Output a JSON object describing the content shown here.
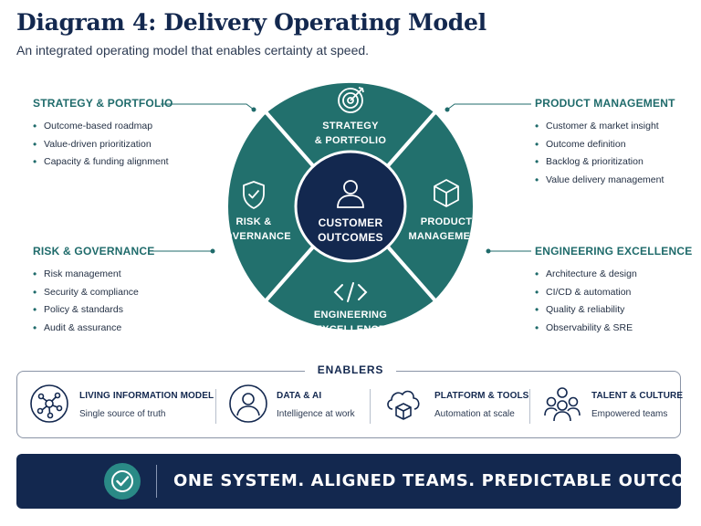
{
  "header": {
    "title": "Diagram 4: Delivery Operating Model",
    "subtitle": "An integrated operating model that enables certainty at speed."
  },
  "left": {
    "strategy": {
      "heading": "STRATEGY & PORTFOLIO",
      "items": [
        "Outcome-based roadmap",
        "Value-driven prioritization",
        "Capacity & funding alignment"
      ]
    },
    "risk": {
      "heading": "RISK & GOVERNANCE",
      "items": [
        "Risk management",
        "Security & compliance",
        "Policy & standards",
        "Audit & assurance"
      ]
    }
  },
  "right": {
    "product": {
      "heading": "PRODUCT MANAGEMENT",
      "items": [
        "Customer & market insight",
        "Outcome definition",
        "Backlog & prioritization",
        "Value delivery management"
      ]
    },
    "engineering": {
      "heading": "ENGINEERING EXCELLENCE",
      "items": [
        "Architecture & design",
        "CI/CD & automation",
        "Quality & reliability",
        "Observability & SRE"
      ]
    }
  },
  "wheel": {
    "top": {
      "line1": "STRATEGY",
      "line2": "& PORTFOLIO",
      "icon": "target-icon"
    },
    "right": {
      "line1": "PRODUCT",
      "line2": "MANAGEMENT",
      "icon": "cube-icon"
    },
    "bottom": {
      "line1": "ENGINEERING",
      "line2": "EXCELLENCE",
      "icon": "code-icon"
    },
    "left": {
      "line1": "RISK &",
      "line2": "GOVERNANCE",
      "icon": "shield-check-icon"
    },
    "core": {
      "line1": "CUSTOMER",
      "line2": "OUTCOMES",
      "icon": "user-icon"
    }
  },
  "enablers": {
    "title": "ENABLERS",
    "items": [
      {
        "heading": "LIVING INFORMATION MODEL",
        "sub": "Single source of truth",
        "icon": "network-icon"
      },
      {
        "heading": "DATA & AI",
        "sub": "Intelligence at work",
        "icon": "person-icon"
      },
      {
        "heading": "PLATFORM & TOOLS",
        "sub": "Automation at scale",
        "icon": "cloud-cube-icon"
      },
      {
        "heading": "TALENT & CULTURE",
        "sub": "Empowered teams",
        "icon": "team-icon"
      }
    ]
  },
  "banner": {
    "text": "ONE SYSTEM. ALIGNED TEAMS. PREDICTABLE OUTCOMES.",
    "icon": "check-circle-icon"
  },
  "colors": {
    "navy": "#13284f",
    "teal": "#1f6b6b",
    "teal_segment": "#22706d",
    "white": "#ffffff"
  }
}
